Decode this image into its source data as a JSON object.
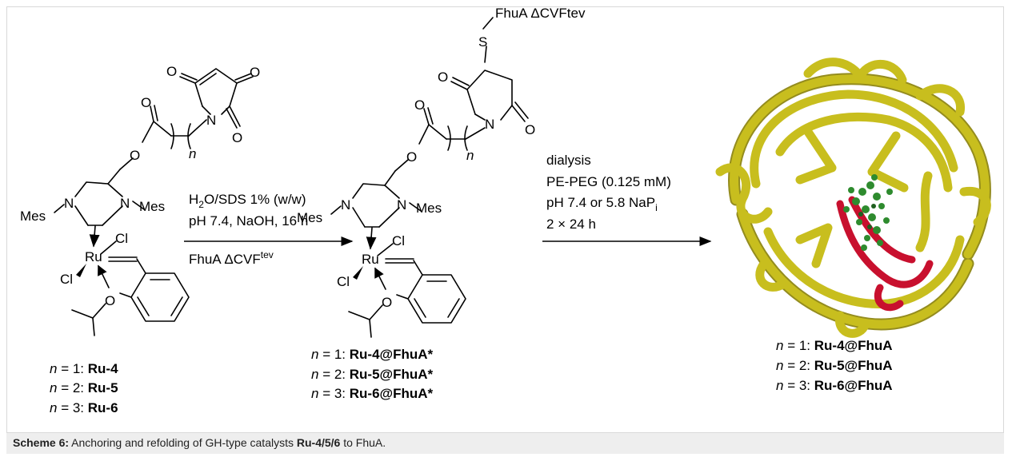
{
  "caption": {
    "prefix": "Scheme 6:",
    "text_before_bold": " Anchoring and refolding of GH-type catalysts ",
    "bold_compounds": "Ru-4/5/6",
    "text_after_bold": " to FhuA."
  },
  "atoms": {
    "oxygen": "O",
    "nitrogen": "N",
    "sulfur": "S",
    "mesityl": "Mes",
    "ruthenium": "Ru",
    "chlorine": "Cl",
    "index_n": "n"
  },
  "thioether_protein": "FhuA ΔCVFtev",
  "step1": {
    "line1_a": "H",
    "line1_sub": "2",
    "line1_b": "O/SDS 1% (w/w)",
    "line2": "pH 7.4, NaOH, 16 h",
    "line3_a": "FhuA ΔCVF",
    "line3_sup": "tev"
  },
  "step2": {
    "line1": "dialysis",
    "line2": "PE-PEG (0.125 mM)",
    "line3_a": "pH 7.4 or 5.8 NaP",
    "line3_sub": "i",
    "line4": "2 × 24 h"
  },
  "labels_left": [
    {
      "n": "n",
      "eq": " = 1: ",
      "name": "Ru-4"
    },
    {
      "n": "n",
      "eq": " = 2: ",
      "name": "Ru-5"
    },
    {
      "n": "n",
      "eq": " = 3: ",
      "name": "Ru-6"
    }
  ],
  "labels_middle": [
    {
      "n": "n",
      "eq": " = 1: ",
      "name": "Ru-4@FhuA*"
    },
    {
      "n": "n",
      "eq": " = 2: ",
      "name": "Ru-5@FhuA*"
    },
    {
      "n": "n",
      "eq": " = 3: ",
      "name": "Ru-6@FhuA*"
    }
  ],
  "labels_right": [
    {
      "n": "n",
      "eq": " = 1: ",
      "name": "Ru-4@FhuA"
    },
    {
      "n": "n",
      "eq": " = 2: ",
      "name": "Ru-5@FhuA"
    },
    {
      "n": "n",
      "eq": " = 3: ",
      "name": "Ru-6@FhuA"
    }
  ],
  "colors": {
    "protein_ribbon": "#c8be1e",
    "protein_ribbon_dark": "#8e8612",
    "highlight_strand": "#c8102e",
    "catalyst_atoms": "#2e8b2e",
    "caption_background": "#eeeeee"
  }
}
